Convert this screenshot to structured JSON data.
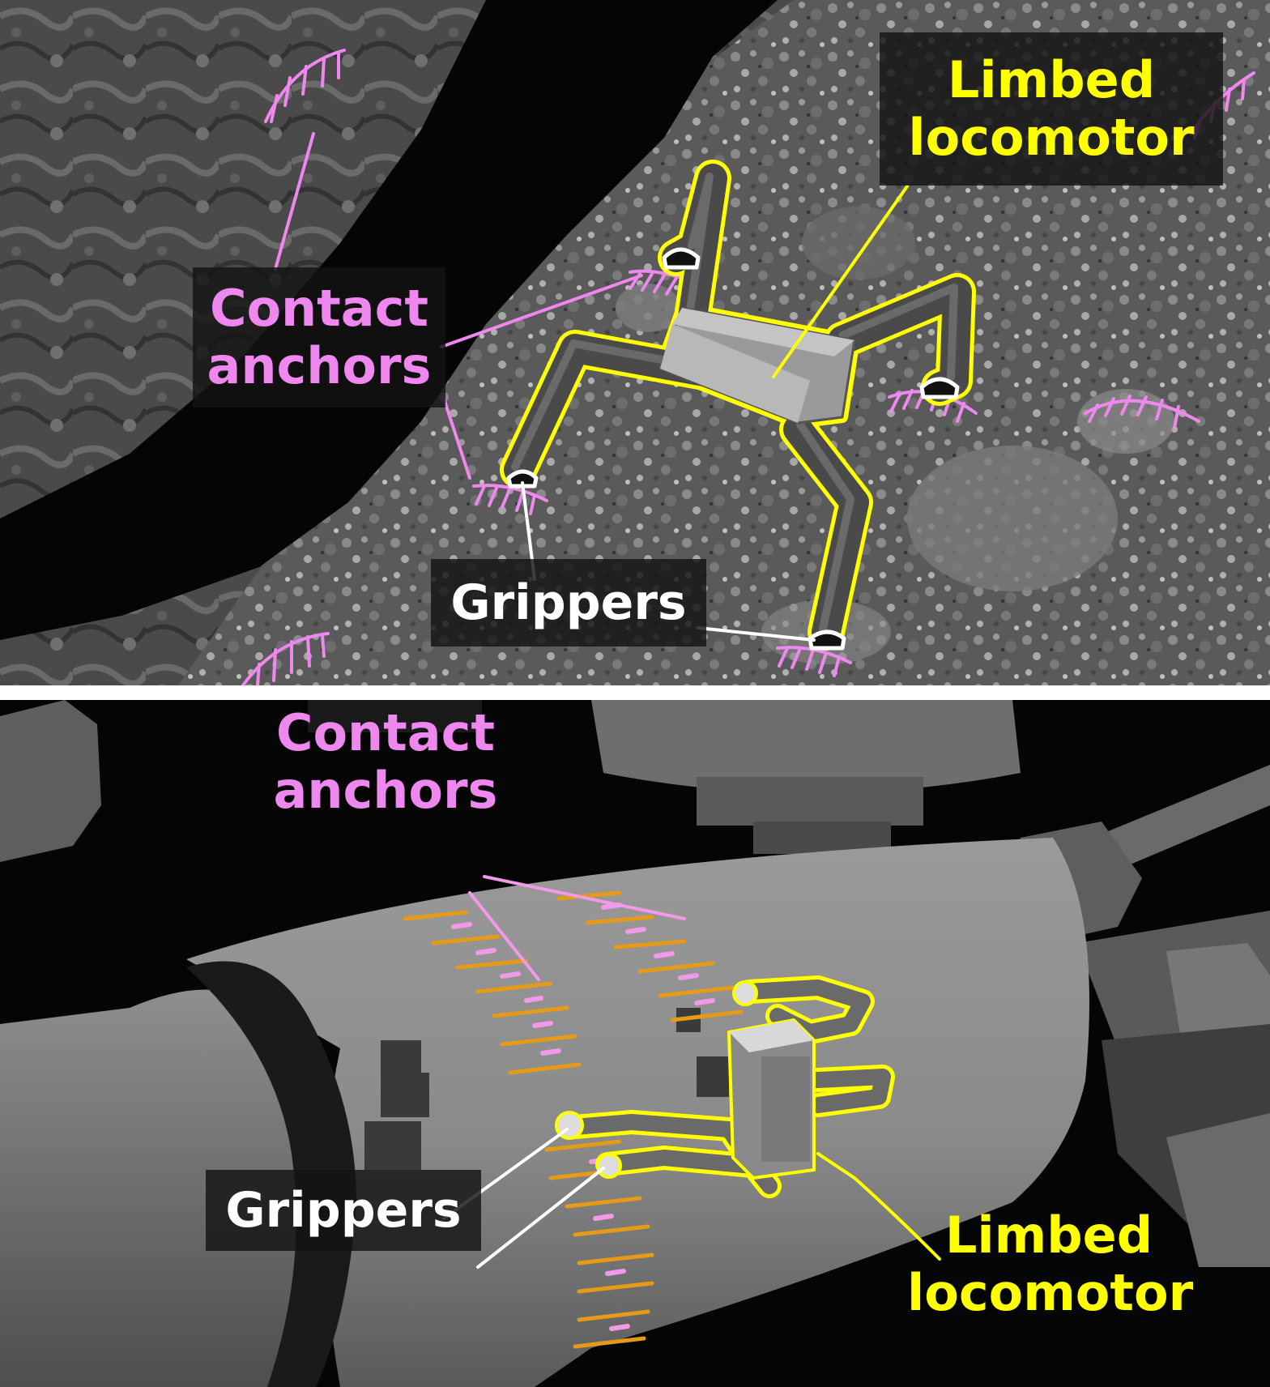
{
  "colors": {
    "contact": "#ee88ee",
    "locomotor": "#ffff00",
    "gripper": "#ffffff",
    "anchor_bar": "#e59a1a",
    "anchor_highlight": "#f09ae8"
  },
  "top_panel": {
    "labels": {
      "limbed_line1": "Limbed",
      "limbed_line2": "locomotor",
      "contact_line1": "Contact",
      "contact_line2": "anchors",
      "grippers": "Grippers"
    }
  },
  "bottom_panel": {
    "labels": {
      "contact_line1": "Contact",
      "contact_line2": "anchors",
      "grippers": "Grippers",
      "limbed_line1": "Limbed",
      "limbed_line2": "locomotor"
    }
  }
}
